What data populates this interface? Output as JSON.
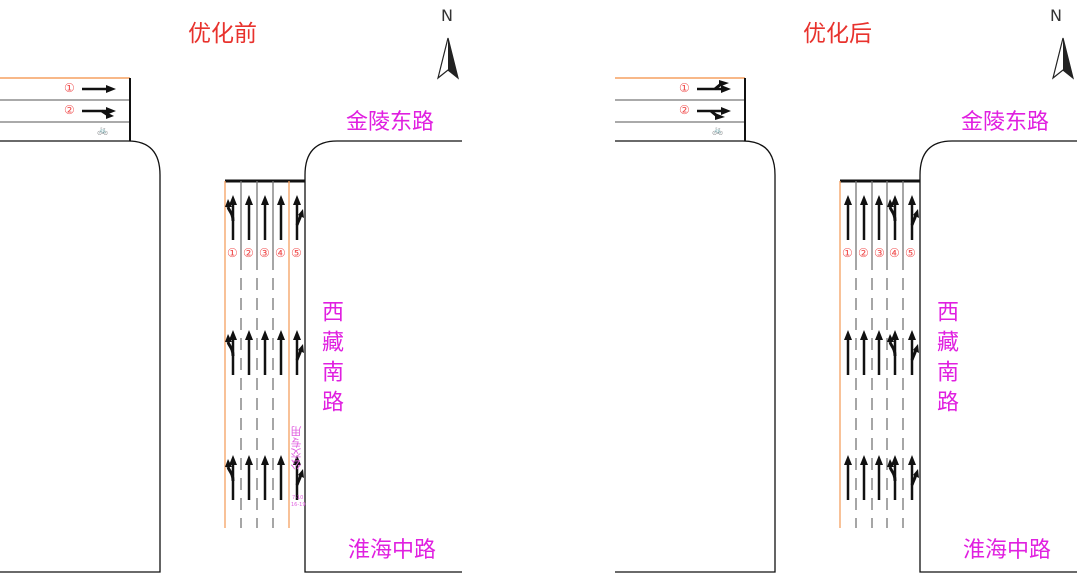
{
  "panels": [
    {
      "title": "优化前",
      "north": "N",
      "roads": {
        "east": "金陵东路",
        "south_main": "西藏南路",
        "south": "淮海中路"
      },
      "west_lanes": [
        {
          "num": "①",
          "arrow": "straight"
        },
        {
          "num": "②",
          "arrow": "right"
        }
      ],
      "lanes": [
        {
          "num": "①",
          "arrow": "left-straight"
        },
        {
          "num": "②",
          "arrow": "straight"
        },
        {
          "num": "③",
          "arrow": "straight"
        },
        {
          "num": "④",
          "arrow": "straight"
        },
        {
          "num": "⑤",
          "arrow": "straight-right"
        }
      ],
      "bus_lane": {
        "label": "公交专用",
        "time1": "7-10",
        "time2": "16-19"
      }
    },
    {
      "title": "优化后",
      "north": "N",
      "roads": {
        "east": "金陵东路",
        "south_main": "西藏南路",
        "south": "淮海中路"
      },
      "west_lanes": [
        {
          "num": "①",
          "arrow": "straight-left"
        },
        {
          "num": "②",
          "arrow": "straight-right"
        }
      ],
      "lanes": [
        {
          "num": "①",
          "arrow": "straight"
        },
        {
          "num": "②",
          "arrow": "straight"
        },
        {
          "num": "③",
          "arrow": "straight"
        },
        {
          "num": "④",
          "arrow": "left-straight"
        },
        {
          "num": "⑤",
          "arrow": "straight-right"
        }
      ]
    }
  ],
  "colors": {
    "title": "#e8322d",
    "road": "#e020e0",
    "edge": "#f5a060"
  }
}
